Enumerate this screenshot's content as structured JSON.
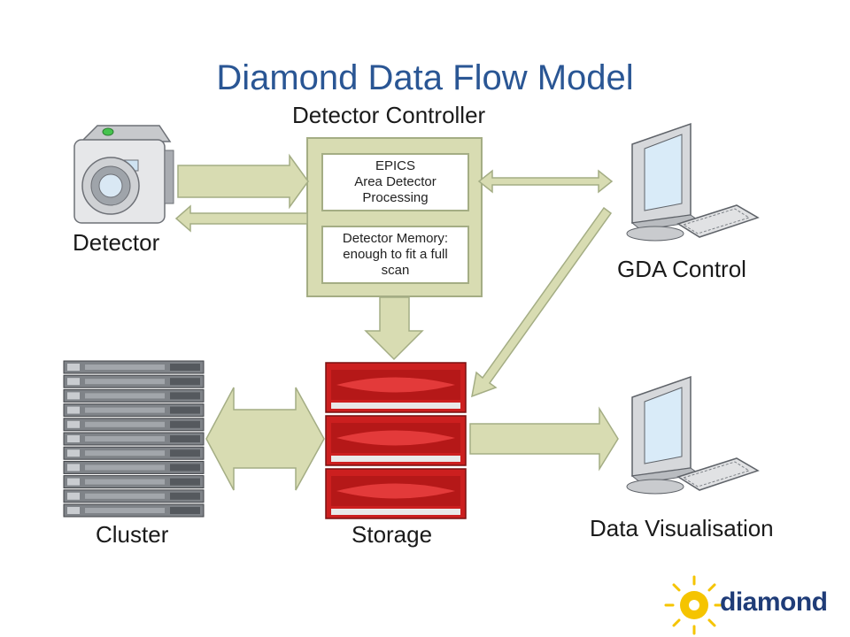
{
  "title": "Diamond Data Flow Model",
  "labels": {
    "detector_controller": "Detector Controller",
    "detector": "Detector",
    "gda_control": "GDA Control",
    "cluster": "Cluster",
    "storage": "Storage",
    "data_visualisation": "Data Visualisation"
  },
  "boxes": {
    "epics": "EPICS\nArea Detector\nProcessing",
    "memory": "Detector Memory:\nenough to fit a full\nscan"
  },
  "logo": {
    "text": "diamond"
  },
  "colors": {
    "title": "#2a5694",
    "arrow_fill": "#d8dcb2",
    "arrow_stroke": "#a4ad84",
    "storage_red": "#cc1f1f",
    "logo_yellow": "#f5c400",
    "logo_blue": "#1f3c78"
  }
}
